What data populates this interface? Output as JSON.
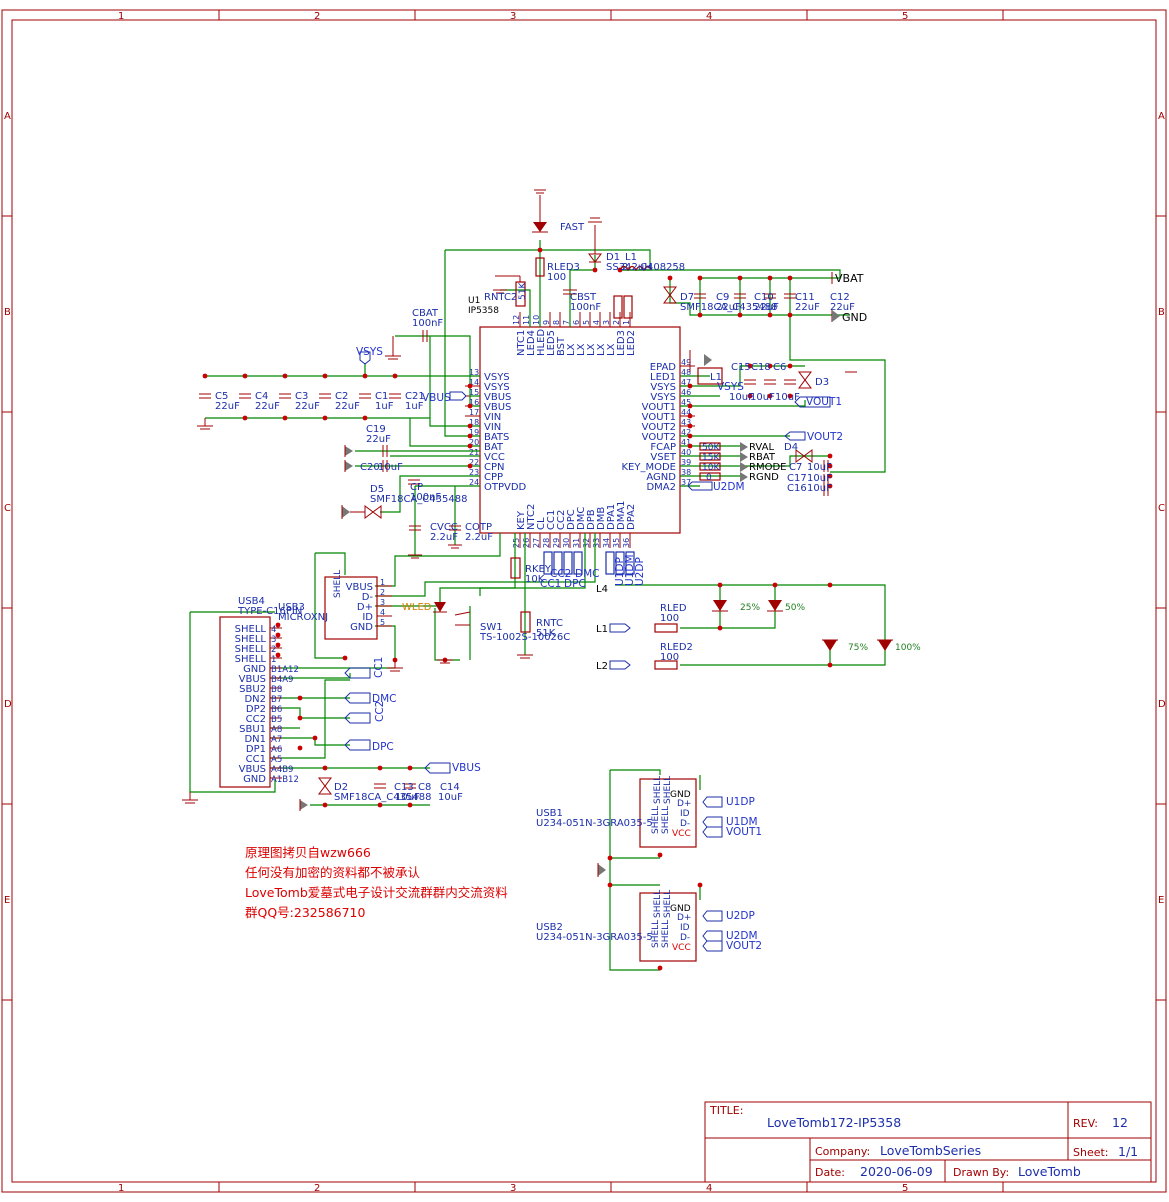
{
  "border": {
    "columns": [
      "1",
      "2",
      "3",
      "4",
      "5"
    ],
    "rows": [
      "A",
      "B",
      "C",
      "D",
      "E"
    ]
  },
  "title_block": {
    "title_label": "TITLE:",
    "title": "LoveTomb172-IP5358",
    "rev_label": "REV:",
    "rev": "12",
    "company_label": "Company:",
    "company": "LoveTombSeries",
    "sheet_label": "Sheet:",
    "sheet": "1/1",
    "date_label": "Date:",
    "date": "2020-06-09",
    "drawn_label": "Drawn By:",
    "drawn_by": "LoveTomb"
  },
  "notes": [
    "原理图拷贝自wzw666",
    "任何没有加密的资料都不被承认",
    "LoveTomb爱墓式电子设计交流群群内交流资料",
    "群QQ号:232586710"
  ],
  "colors": {
    "border": "#a00000",
    "wire": "#008800",
    "label": "#1c2faa",
    "note": "#dd0000"
  },
  "ic": {
    "ref": "U1",
    "part": "IP5358",
    "left_pins": [
      {
        "num": "13",
        "name": "VSYS"
      },
      {
        "num": "14",
        "name": "VSYS"
      },
      {
        "num": "15",
        "name": "VBUS"
      },
      {
        "num": "16",
        "name": "VBUS"
      },
      {
        "num": "17",
        "name": "VIN"
      },
      {
        "num": "18",
        "name": "VIN"
      },
      {
        "num": "19",
        "name": "BATS"
      },
      {
        "num": "20",
        "name": "BAT"
      },
      {
        "num": "21",
        "name": "VCC"
      },
      {
        "num": "22",
        "name": "CPN"
      },
      {
        "num": "23",
        "name": "CPP"
      },
      {
        "num": "24",
        "name": "OTPVDD"
      }
    ],
    "right_pins": [
      {
        "num": "49",
        "name": "EPAD"
      },
      {
        "num": "48",
        "name": "LED1"
      },
      {
        "num": "47",
        "name": "VSYS"
      },
      {
        "num": "46",
        "name": "VSYS"
      },
      {
        "num": "45",
        "name": "VOUT1"
      },
      {
        "num": "44",
        "name": "VOUT1"
      },
      {
        "num": "43",
        "name": "VOUT2"
      },
      {
        "num": "42",
        "name": "VOUT2"
      },
      {
        "num": "41",
        "name": "FCAP"
      },
      {
        "num": "40",
        "name": "VSET"
      },
      {
        "num": "39",
        "name": "KEY_MODE"
      },
      {
        "num": "38",
        "name": "AGND"
      },
      {
        "num": "37",
        "name": "DMA2"
      }
    ],
    "top_pins": [
      {
        "num": "12",
        "name": "NTC1"
      },
      {
        "num": "11",
        "name": "LED4"
      },
      {
        "num": "10",
        "name": "HLED"
      },
      {
        "num": "9",
        "name": "LED5"
      },
      {
        "num": "8",
        "name": "BST"
      },
      {
        "num": "7",
        "name": "LX"
      },
      {
        "num": "6",
        "name": "LX"
      },
      {
        "num": "5",
        "name": "LX"
      },
      {
        "num": "4",
        "name": "LX"
      },
      {
        "num": "3",
        "name": "LX"
      },
      {
        "num": "2",
        "name": "LED3"
      },
      {
        "num": "1",
        "name": "LED2"
      }
    ],
    "bottom_pins": [
      {
        "num": "25",
        "name": "KEY"
      },
      {
        "num": "26",
        "name": "NTC2"
      },
      {
        "num": "27",
        "name": "CL"
      },
      {
        "num": "28",
        "name": "CC1"
      },
      {
        "num": "29",
        "name": "CC2"
      },
      {
        "num": "30",
        "name": "DPC"
      },
      {
        "num": "31",
        "name": "DMC"
      },
      {
        "num": "32",
        "name": "DPB"
      },
      {
        "num": "33",
        "name": "DMB"
      },
      {
        "num": "34",
        "name": "DPA1"
      },
      {
        "num": "35",
        "name": "DMA1"
      },
      {
        "num": "36",
        "name": "DPA2"
      }
    ]
  },
  "labels": {
    "fast": "FAST",
    "rled3": "RLED3",
    "rled3_val": "100",
    "d1": "D1",
    "d1_part": "SS34",
    "l1": "L1",
    "l1_part": "2.2uH",
    "l1_code": "C408258",
    "vbat": "VBAT",
    "gnd": "GND",
    "rntc2": "RNTC2",
    "rntc2_val": "51K",
    "cbst": "CBST",
    "cbst_val": "100nF",
    "d7": "D7",
    "d7_part": "SMF18CA_C435488",
    "c9": "C9",
    "c9_val": "22uF",
    "c10": "C10",
    "c10_val": "22uF",
    "c11": "C11",
    "c11_val": "22uF",
    "c12": "C12",
    "c12_val": "22uF",
    "cbat": "CBAT",
    "cbat_val": "100nF",
    "vsys": "VSYS",
    "vbus": "VBUS",
    "c5": "C5",
    "c4": "C4",
    "c3": "C3",
    "c2": "C2",
    "c1": "C1",
    "c21": "C21",
    "v22uf": "22uF",
    "v1uf": "1uF",
    "c19": "C19",
    "c20": "C20",
    "v10uf": "10uF",
    "d5": "D5",
    "d5_part": "SMF18CA_C435488",
    "cp": "CP",
    "cp_val": "100nF",
    "cvcc": "CVCC",
    "cvcc_val": "2.2uF",
    "cotp": "COTP",
    "cotp_val": "2.2uF",
    "c15": "C15",
    "c18": "C18",
    "c6": "C6",
    "d3": "D3",
    "vout1": "VOUT1",
    "vout2": "VOUT2",
    "d4": "D4",
    "c7": "C7",
    "c17": "C17",
    "c16": "C16",
    "r50k": "50K",
    "r15k": "15K",
    "r10k": "10K",
    "r0": "0",
    "rval": "RVAL",
    "rbat": "RBAT",
    "rmode": "RMODE",
    "rgnd": "RGND",
    "u2dm": "U2DM",
    "l1net": "L1",
    "rkey": "RKEY",
    "rkey_val": "10K",
    "rntc": "RNTC",
    "rntc_val": "51K",
    "cc1": "CC1",
    "cc2": "CC2",
    "dpc": "DPC",
    "dmc": "DMC",
    "u1dp": "U1DP",
    "u1dm": "U1DM",
    "u2dp": "U2DP",
    "l4": "L4",
    "usb3": "USB3",
    "usb3_part": "MICROXNJ",
    "usb4": "USB4",
    "usb4_part": "TYPE-C16PIN",
    "wled": "WLED",
    "sw1": "SW1",
    "sw1_part": "TS-1002S-10026C",
    "rled": "RLED",
    "rled_val": "100",
    "rled2": "RLED2",
    "rled2_val": "100",
    "l2net": "L2",
    "p25": "25%",
    "p50": "50%",
    "p75": "75%",
    "p100": "100%",
    "d2": "D2",
    "d2_part": "SMF18CA_C435488",
    "c13": "C13",
    "c8": "C8",
    "c14": "C14",
    "usb1": "USB1",
    "usb1_part": "U234-051N-3GRA035-5",
    "usb2": "USB2",
    "usb2_part": "U234-051N-3GRA035-5",
    "shell": "SHELL",
    "vcc": "VCC",
    "id": "ID",
    "dplus": "D+",
    "dminus": "D-"
  },
  "usb3_pins": [
    {
      "num": "1",
      "name": "VBUS"
    },
    {
      "num": "2",
      "name": "D-"
    },
    {
      "num": "3",
      "name": "D+"
    },
    {
      "num": "4",
      "name": "ID"
    },
    {
      "num": "5",
      "name": "GND"
    }
  ],
  "usb4_pins": [
    {
      "num": "4",
      "name": "SHELL"
    },
    {
      "num": "3",
      "name": "SHELL"
    },
    {
      "num": "2",
      "name": "SHELL"
    },
    {
      "num": "1",
      "name": "SHELL"
    },
    {
      "num": "B1A12",
      "name": "GND"
    },
    {
      "num": "B4A9",
      "name": "VBUS"
    },
    {
      "num": "B8",
      "name": "SBU2"
    },
    {
      "num": "B7",
      "name": "DN2"
    },
    {
      "num": "B6",
      "name": "DP2"
    },
    {
      "num": "B5",
      "name": "CC2"
    },
    {
      "num": "A8",
      "name": "SBU1"
    },
    {
      "num": "A7",
      "name": "DN1"
    },
    {
      "num": "A6",
      "name": "DP1"
    },
    {
      "num": "A5",
      "name": "CC1"
    },
    {
      "num": "A4B9",
      "name": "VBUS"
    },
    {
      "num": "A1B12",
      "name": "GND"
    }
  ]
}
